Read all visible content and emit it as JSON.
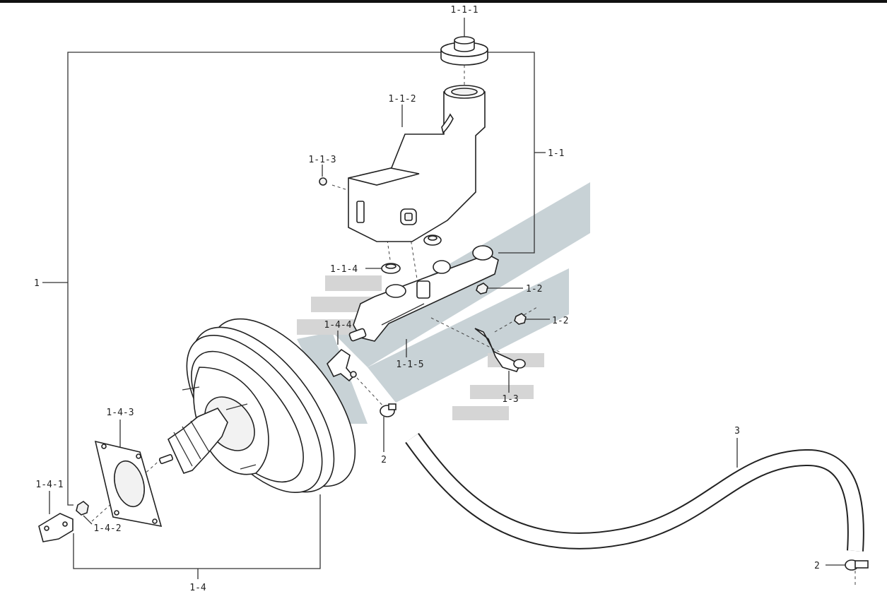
{
  "diagram": {
    "labels": {
      "l_1_1_1": "1-1-1",
      "l_1_1_2": "1-1-2",
      "l_1_1_3": "1-1-3",
      "l_1_1": "1-1",
      "l_1": "1",
      "l_1_1_4": "1-1-4",
      "l_1_2_a": "1-2",
      "l_1_2_b": "1-2",
      "l_1_4_4": "1-4-4",
      "l_1_1_5": "1-1-5",
      "l_1_3": "1-3",
      "l_2_a": "2",
      "l_3": "3",
      "l_1_4_3": "1-4-3",
      "l_1_4_1": "1-4-1",
      "l_1_4_2": "1-4-2",
      "l_1_4": "1-4",
      "l_2_b": "2"
    }
  }
}
